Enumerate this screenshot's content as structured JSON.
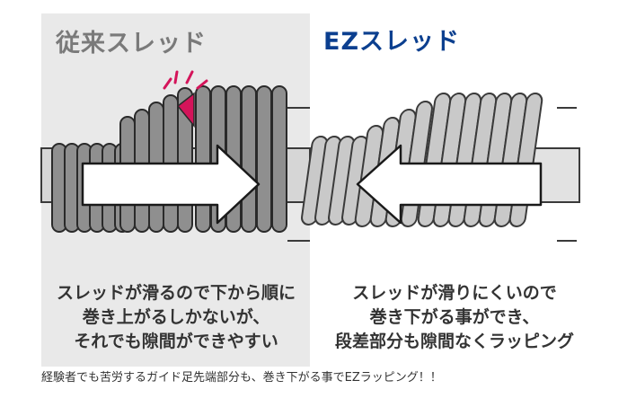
{
  "colors": {
    "left_background": "#e9e9e9",
    "left_title": "#7a7a7a",
    "ez_title_blue": "#0b3f8f",
    "left_wraps": "#8f8f8f",
    "right_wraps": "#c9c9c9",
    "accent_pink": "#d4145a"
  },
  "left": {
    "title": "従来スレッド",
    "description": [
      "スレッドが滑るので下から順に",
      "巻き上がるしかないが、",
      "それでも隙間ができやすい"
    ]
  },
  "right": {
    "title": "EZスレッド",
    "description": [
      "スレッドが滑りにくいので",
      "巻き下がる事ができ、",
      "段差部分も隙間なくラッピング"
    ]
  },
  "caption": "経験者でも苦労するガイド足先端部分も、巻き下がる事でEZラッピング！！"
}
